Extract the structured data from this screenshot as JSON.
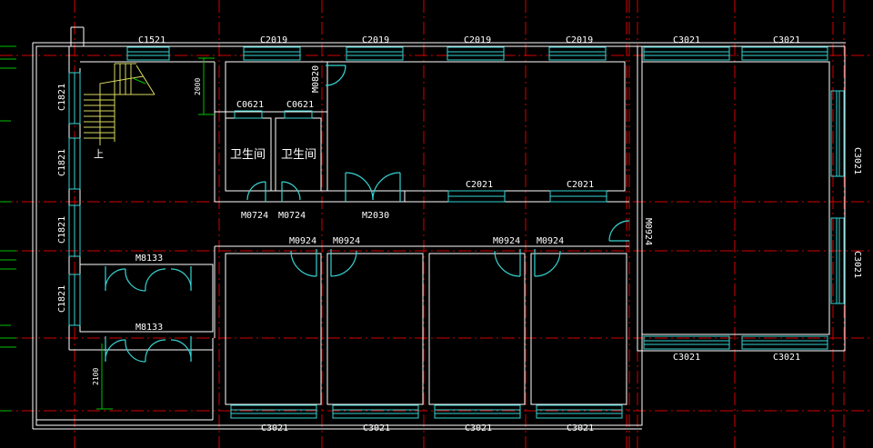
{
  "colors": {
    "background": "#000000",
    "axis": "#d40000",
    "wall": "#ffffff",
    "window": "#36d3d3",
    "dimension": "#00c000",
    "stair": "#d8d860"
  },
  "labels": {
    "top_windows": [
      "C1521",
      "C2019",
      "C2019",
      "C2019",
      "C2019",
      "C3021",
      "C3021"
    ],
    "mid_windows": [
      "C2021",
      "C2021"
    ],
    "small_windows": [
      "C0621",
      "C0621"
    ],
    "door_m0820": "M0820",
    "left_windows": [
      "C1821",
      "C1821",
      "C1821",
      "C1821"
    ],
    "right_windows": [
      "C3021",
      "C3021"
    ],
    "corridor_doors": [
      "M0724",
      "M0724",
      "M2030"
    ],
    "room_doors": [
      "M0924",
      "M0924",
      "M0924",
      "M0924"
    ],
    "east_door": "M0924",
    "lobby_doors": [
      "M8133",
      "M8133"
    ],
    "bottom_windows_right": [
      "C3021",
      "C3021"
    ],
    "bottom_windows": [
      "C3021",
      "C3021",
      "C3021",
      "C3021"
    ],
    "washrooms": [
      "卫生间",
      "卫生间"
    ],
    "stair_up": "上",
    "dims": [
      "2000",
      "2100"
    ]
  }
}
